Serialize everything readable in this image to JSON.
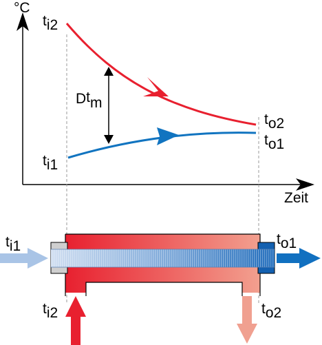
{
  "axes": {
    "y_unit": "°C",
    "x_label": "Zeit"
  },
  "graph_labels": {
    "ti2": {
      "main": "t",
      "sub": "i2"
    },
    "ti1": {
      "main": "t",
      "sub": "i1"
    },
    "to2": {
      "main": "t",
      "sub": "o2"
    },
    "to1": {
      "main": "t",
      "sub": "o1"
    },
    "dtm": {
      "main": "D",
      "t": "t",
      "sub": "m"
    }
  },
  "exchanger_labels": {
    "ti1": {
      "main": "t",
      "sub": "i1"
    },
    "to1": {
      "main": "t",
      "sub": "o1"
    },
    "ti2": {
      "main": "t",
      "sub": "i2"
    },
    "to2": {
      "main": "t",
      "sub": "o2"
    }
  },
  "colors": {
    "hot": "#e8202f",
    "hot_light": "#f0a090",
    "cold": "#1174c0",
    "cold_light": "#b6cde8",
    "axis": "#000000",
    "guide": "#999999"
  }
}
